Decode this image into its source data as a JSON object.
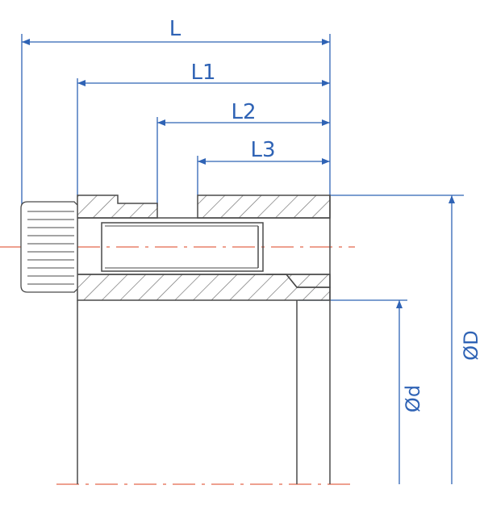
{
  "labels": {
    "L": "L",
    "L1": "L1",
    "L2": "L2",
    "L3": "L3",
    "OD": "ØD",
    "Od": "Ød"
  },
  "colors": {
    "dimension": "#2f63b5",
    "outline": "#4a4a4a",
    "hatch": "#5a5a5a",
    "centerline": "#e8806a"
  }
}
